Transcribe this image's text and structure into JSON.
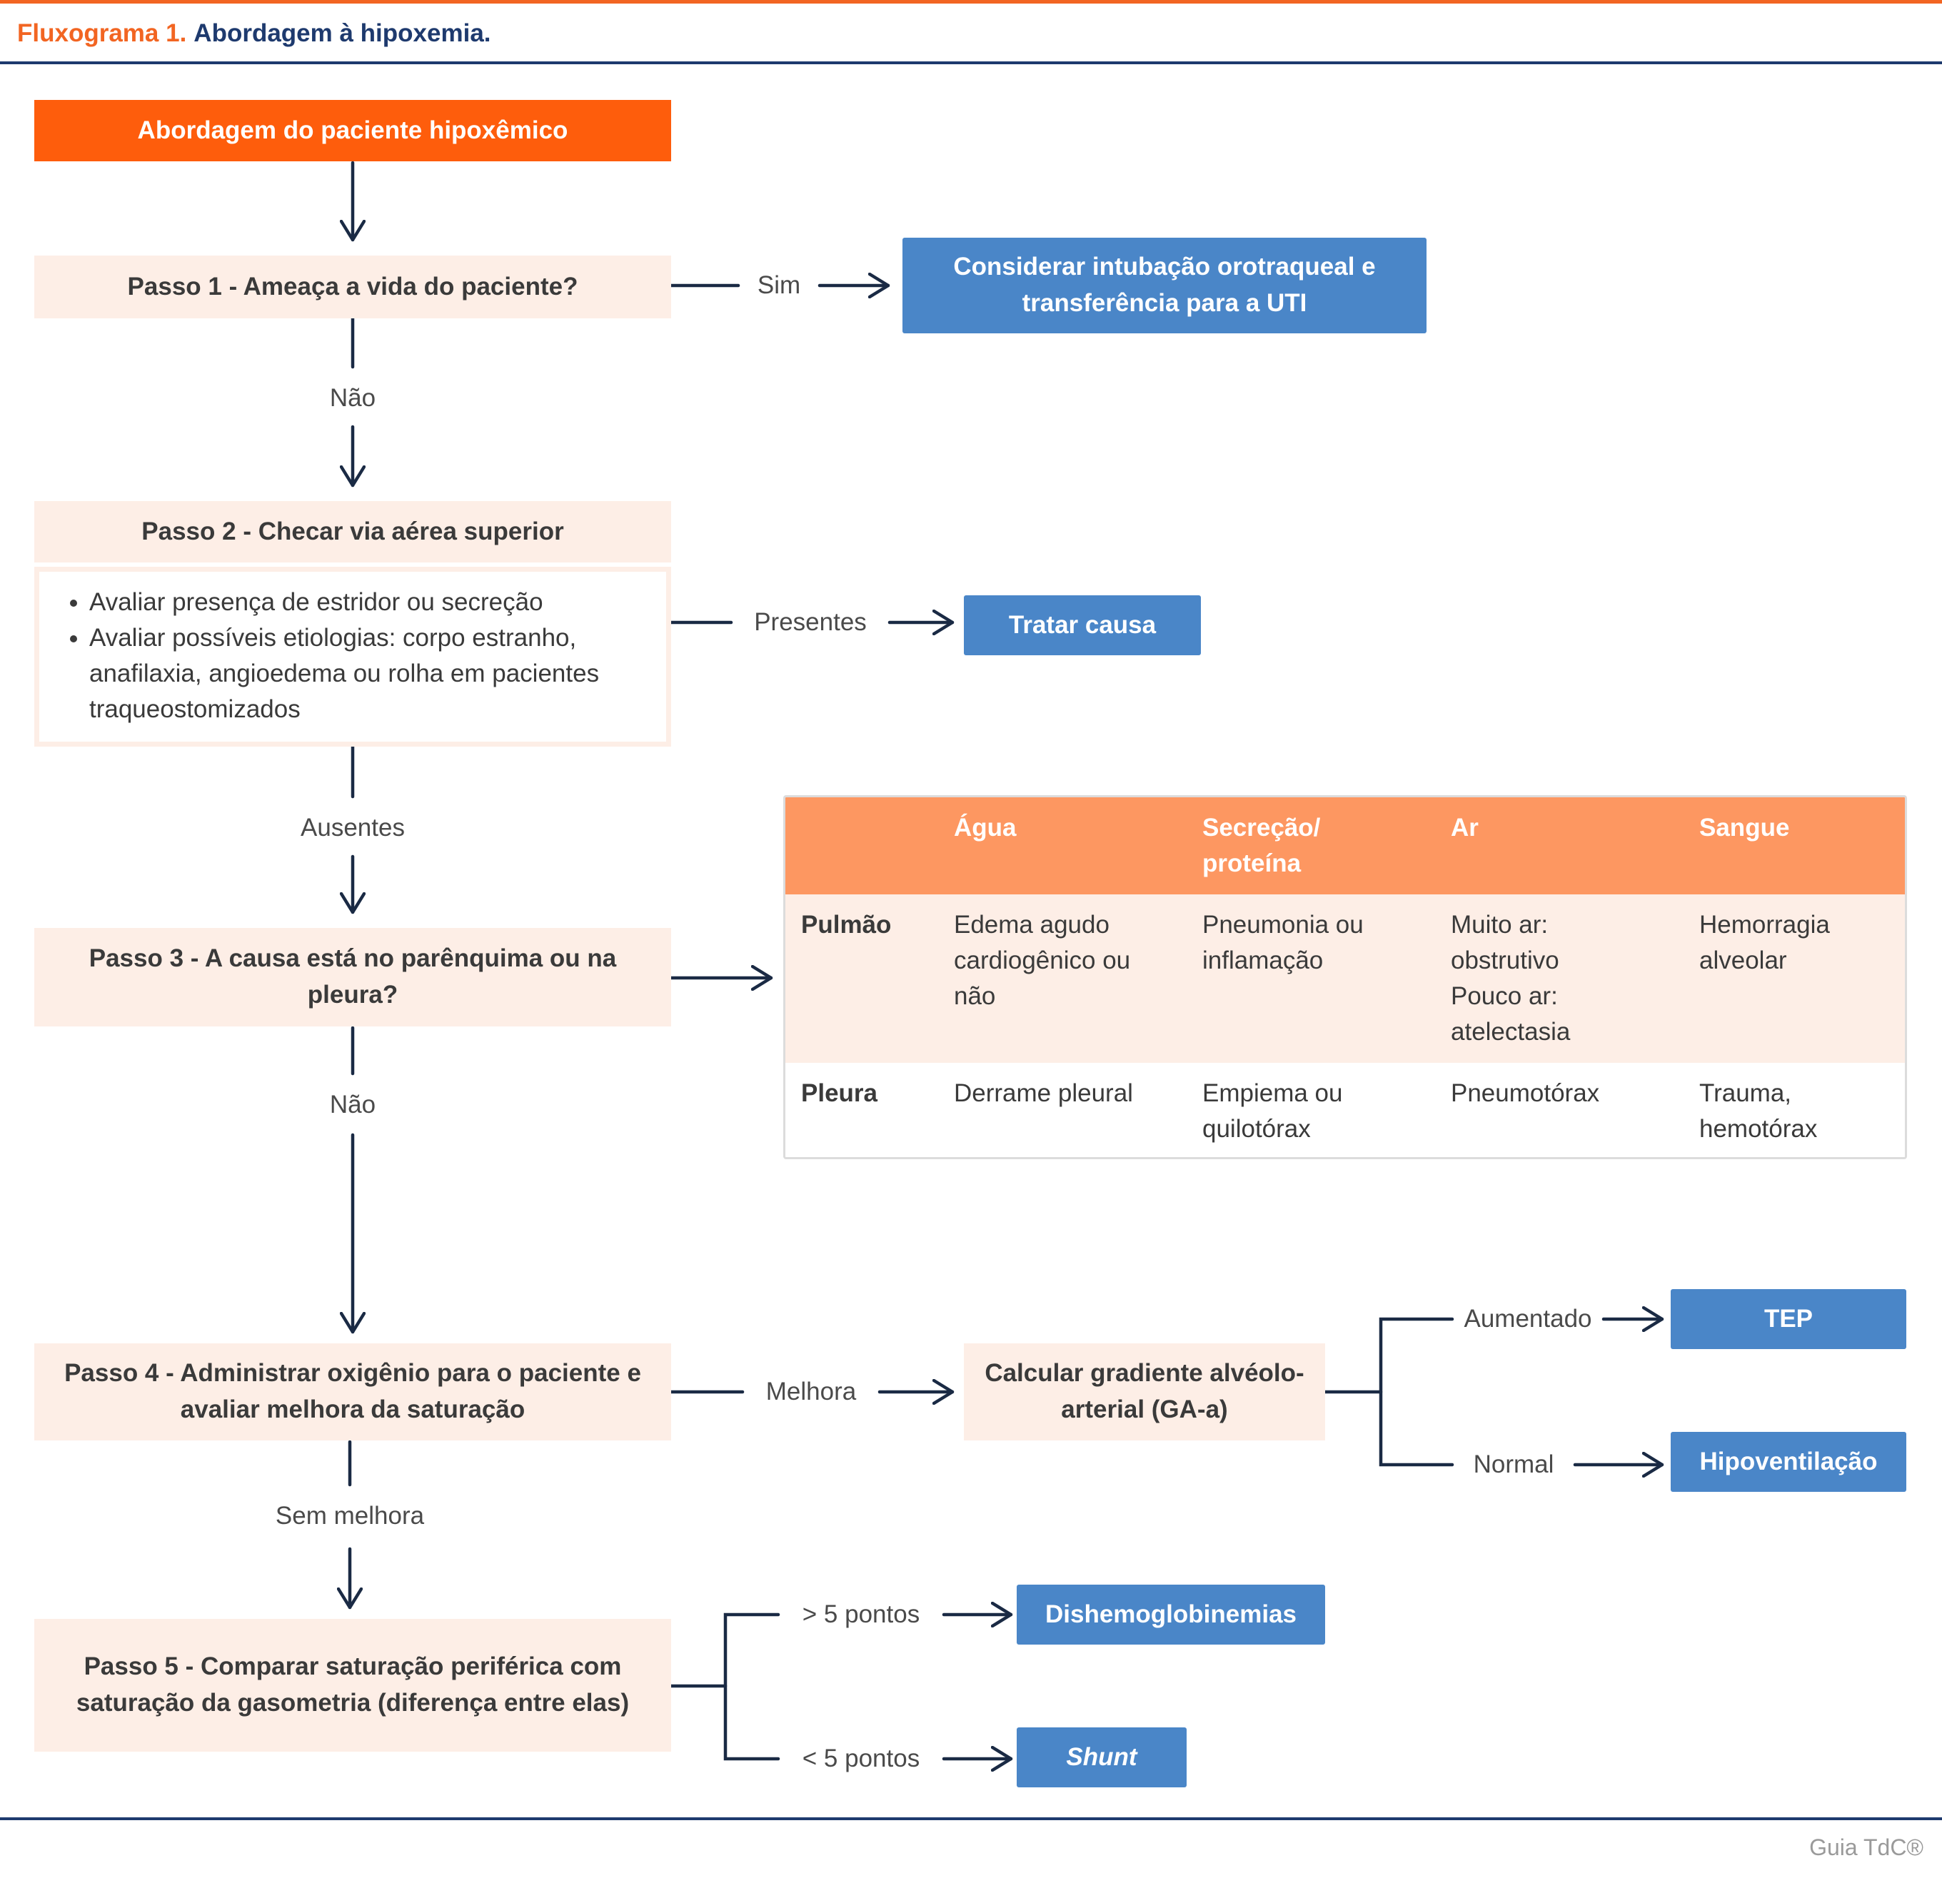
{
  "title": {
    "prefix": "Fluxograma 1.",
    "main": "Abordagem à hipoxemia."
  },
  "start": "Abordagem do paciente hipoxêmico",
  "step1": {
    "label": "Passo 1 - Ameaça a vida do paciente?",
    "yes_label": "Sim",
    "yes_result": "Considerar intubação orotraqueal e transferência para a UTI",
    "no_label": "Não"
  },
  "step2": {
    "label": "Passo 2 - Checar via aérea superior",
    "bullets": [
      "Avaliar presença de estridor ou secreção",
      "Avaliar possíveis etiologias: corpo estranho, anafilaxia, angioedema ou rolha em pacientes traqueostomizados"
    ],
    "present_label": "Presentes",
    "present_result": "Tratar causa",
    "absent_label": "Ausentes"
  },
  "step3": {
    "label": "Passo 3 - A causa está no parênquima ou na pleura?",
    "no_label": "Não"
  },
  "table": {
    "columns": [
      "Água",
      "Secreção/ proteína",
      "Ar",
      "Sangue"
    ],
    "rows": [
      {
        "head": "Pulmão",
        "cells": [
          "Edema agudo cardiogênico ou não",
          "Pneumonia ou inflamação",
          "Muito ar: obstrutivo Pouco ar: atelectasia",
          "Hemorragia alveolar"
        ]
      },
      {
        "head": "Pleura",
        "cells": [
          "Derrame pleural",
          "Empiema ou quilotórax",
          "Pneumotórax",
          "Trauma, hemotórax"
        ]
      }
    ]
  },
  "step4": {
    "label": "Passo 4 - Administrar oxigênio para o paciente e avaliar melhora da saturação",
    "improve_label": "Melhora",
    "gradient": "Calcular gradiente alvéolo-arterial (GA-a)",
    "increased_label": "Aumentado",
    "increased_result": "TEP",
    "normal_label": "Normal",
    "normal_result": "Hipoventilação",
    "no_improve_label": "Sem melhora"
  },
  "step5": {
    "label": "Passo 5 - Comparar saturação periférica com saturação da gasometria (diferença entre elas)",
    "gt_label": "> 5 pontos",
    "gt_result": "Dishemoglobinemias",
    "lt_label": "< 5 pontos",
    "lt_result": "Shunt"
  },
  "credit": "Guia TdC®",
  "colors": {
    "orange": "#fe5d0c",
    "salmon": "#fdeee6",
    "blue": "#4a86c8",
    "navy": "#1e3a6e",
    "table_header": "#fd9761"
  }
}
